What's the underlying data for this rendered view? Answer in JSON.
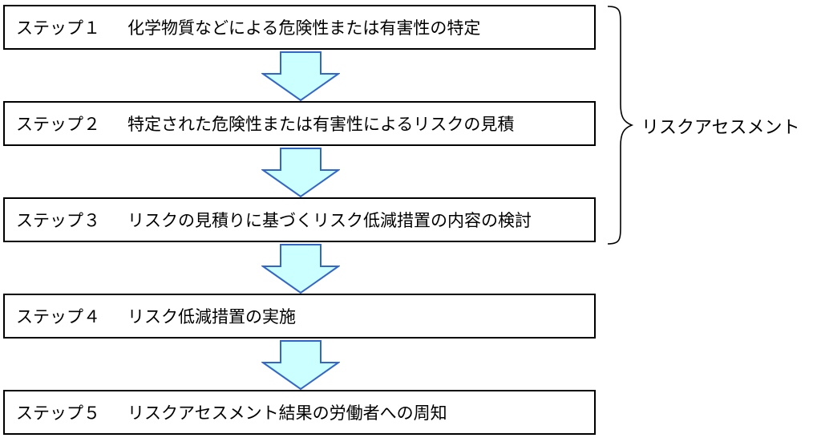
{
  "steps": [
    {
      "label": "ステップ１",
      "text": "化学物質などによる危険性または有害性の特定"
    },
    {
      "label": "ステップ２",
      "text": "特定された危険性または有害性によるリスクの見積"
    },
    {
      "label": "ステップ３",
      "text": "リスクの見積りに基づくリスク低減措置の内容の検討"
    },
    {
      "label": "ステップ４",
      "text": "リスク低減措置の実施"
    },
    {
      "label": "ステップ５",
      "text": "リスクアセスメント結果の労働者への周知"
    }
  ],
  "bracket": {
    "label": "リスクアセスメント"
  },
  "colors": {
    "arrow_fill": "#ccffff",
    "arrow_stroke": "#3366cc",
    "border": "#000000"
  }
}
